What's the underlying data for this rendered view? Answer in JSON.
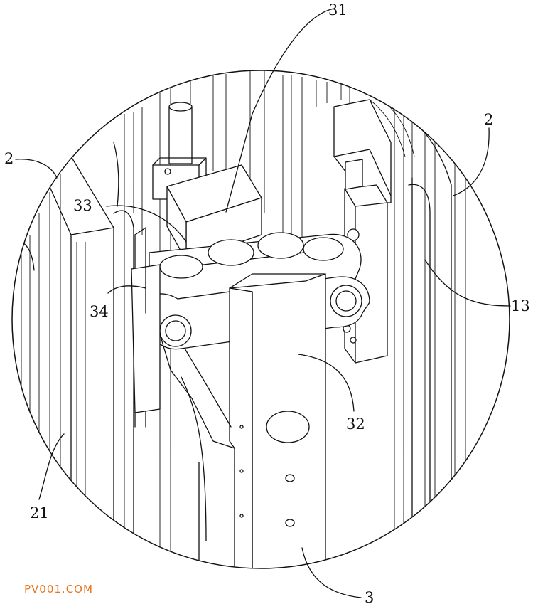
{
  "figure": {
    "reference_numerals": {
      "n31": "31",
      "n2_left": "2",
      "n2_right": "2",
      "n33": "33",
      "n34": "34",
      "n13": "13",
      "n32": "32",
      "n21": "21",
      "n3": "3"
    },
    "watermark": "PV001.COM",
    "watermark_color": "#e8731a",
    "line_color": "#111111"
  }
}
